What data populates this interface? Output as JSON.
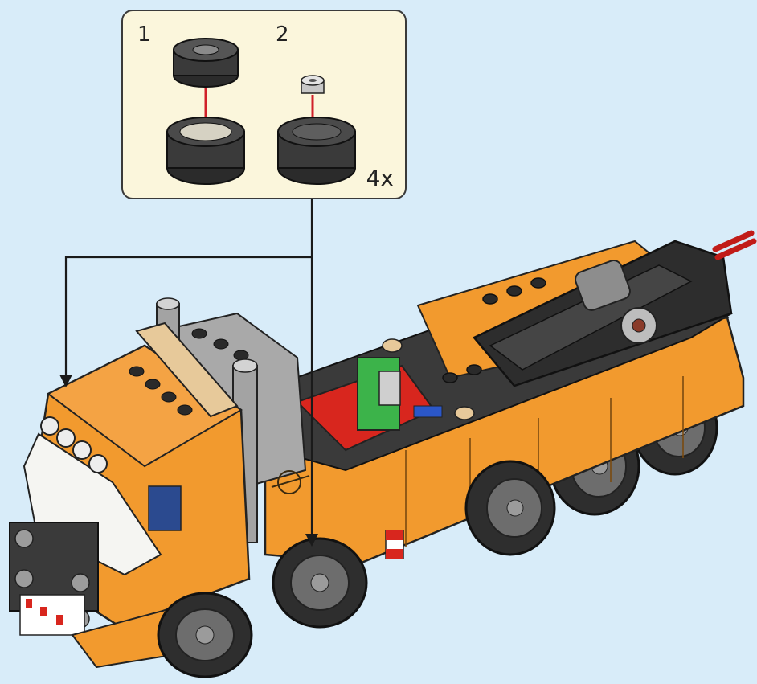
{
  "callout": {
    "step_1": "1",
    "step_2": "2",
    "multiplier": "4x"
  },
  "colors": {
    "background": "#d8ecf9",
    "callout_fill": "#fbf6dc",
    "truck_orange": "#f29a2e",
    "dark_gray": "#2f2f2f",
    "light_gray": "#a8a8a8",
    "red_arrow": "#d0202a",
    "red_part": "#d8261e",
    "green_part": "#3cb34a",
    "blue_part": "#2b4a8f",
    "tan_part": "#e7c99a"
  }
}
